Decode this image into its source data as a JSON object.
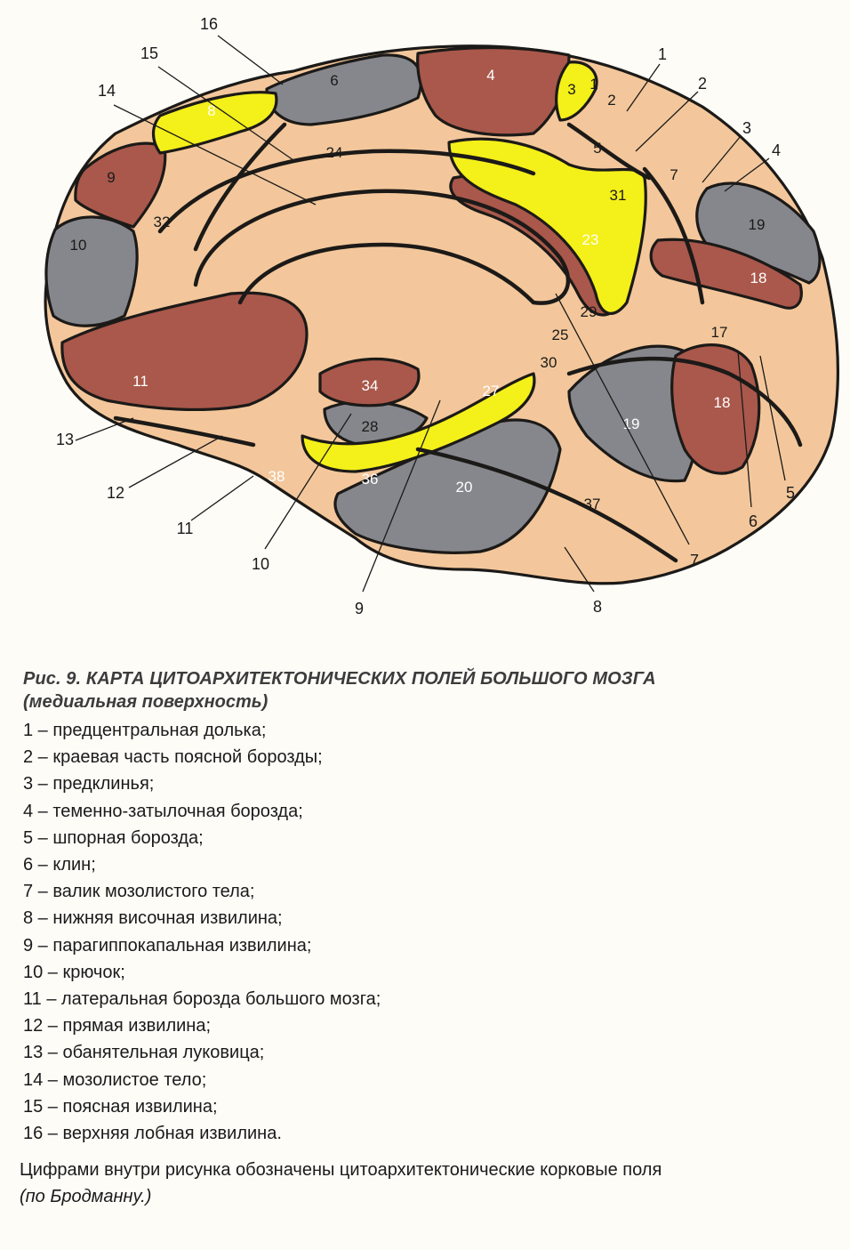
{
  "figure": {
    "colors": {
      "beige": "#f3c79b",
      "brown": "#a9584b",
      "gray": "#86878c",
      "yellow": "#f4f019",
      "outline": "#1c1a18"
    },
    "field_labels": [
      "1",
      "2",
      "3",
      "4",
      "5",
      "6",
      "7",
      "8",
      "9",
      "10",
      "11",
      "17",
      "18",
      "18",
      "19",
      "19",
      "20",
      "23",
      "24",
      "25",
      "27",
      "28",
      "29",
      "30",
      "31",
      "32",
      "34",
      "36",
      "37",
      "38"
    ],
    "pointer_labels": [
      "1",
      "2",
      "3",
      "4",
      "5",
      "6",
      "7",
      "8",
      "9",
      "10",
      "11",
      "12",
      "13",
      "14",
      "15",
      "16"
    ]
  },
  "caption": {
    "title": "Рис. 9. КАРТА ЦИТОАРХИТЕКТОНИЧЕСКИХ ПОЛЕЙ БОЛЬШОГО МОЗГА",
    "subtitle": "(медиальная поверхность)",
    "items": [
      "1 – предцентральная долька;",
      "2 – краевая часть поясной борозды;",
      "3 – предклинья;",
      "4 – теменно-затылочная борозда;",
      "5 – шпорная борозда;",
      "6 – клин;",
      "7 – валик мозолистого тела;",
      "8 – нижняя височная извилина;",
      "9 – парагиппокапальная извилина;",
      "10 – крючок;",
      "11 – латеральная борозда большого мозга;",
      "12 – прямая извилина;",
      "13 – обанятельная луковица;",
      "14 – мозолистое тело;",
      "15 – поясная извилина;",
      "16 – верхняя лобная извилина."
    ],
    "note": "Цифрами внутри рисунка обозначены цитоархитектонические корковые поля",
    "note_ref": "(по Бродманну.)"
  }
}
